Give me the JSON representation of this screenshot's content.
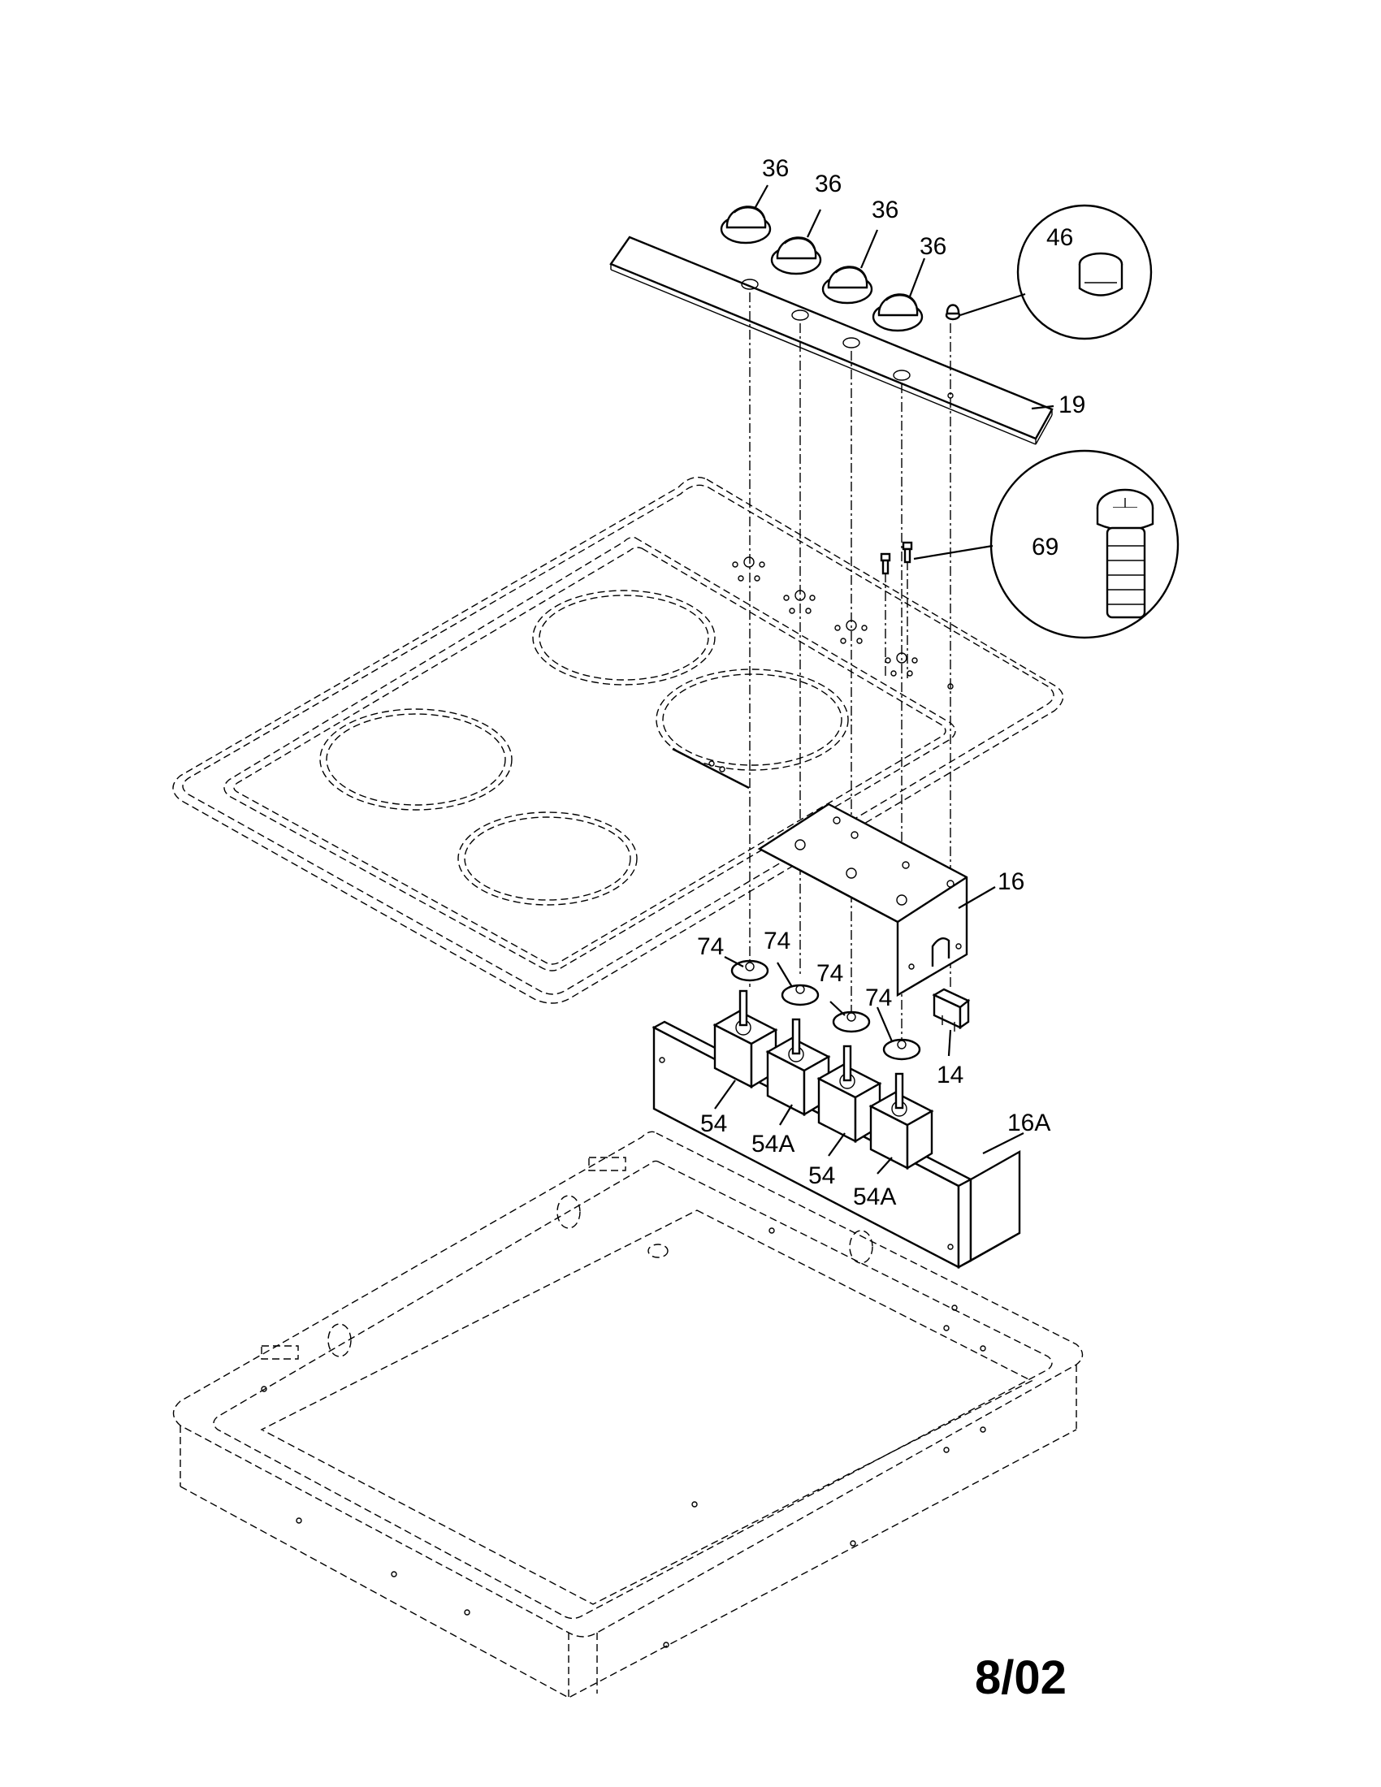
{
  "labels": {
    "knob_a": "36",
    "knob_b": "36",
    "knob_c": "36",
    "knob_d": "36",
    "button": "46",
    "panel": "19",
    "screw": "69",
    "box": "16",
    "ring_a": "74",
    "ring_b": "74",
    "ring_c": "74",
    "ring_d": "74",
    "switch": "14",
    "bracket": "16A",
    "sw_a": "54",
    "sw_b": "54A",
    "sw_c": "54",
    "sw_d": "54A"
  },
  "date": "8/02"
}
